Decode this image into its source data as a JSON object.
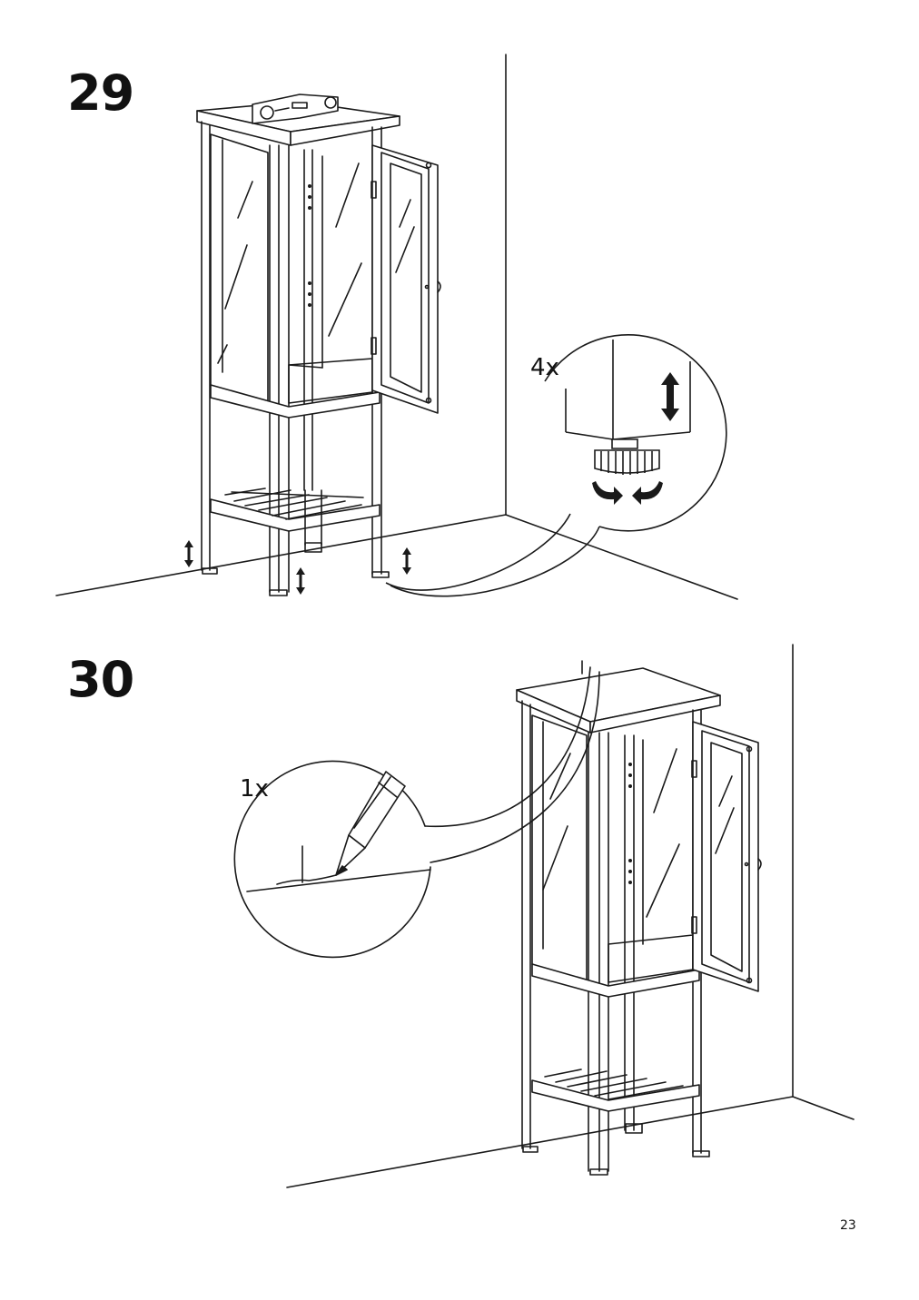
{
  "page": {
    "number": "23"
  },
  "steps": [
    {
      "number": "29",
      "quantity": "4x"
    },
    {
      "number": "30",
      "quantity": "1x"
    }
  ],
  "icons": [
    "spirit-level-icon",
    "adjustable-foot-icon",
    "rotate-arrows-icon",
    "up-down-arrow-icon",
    "pencil-icon"
  ]
}
